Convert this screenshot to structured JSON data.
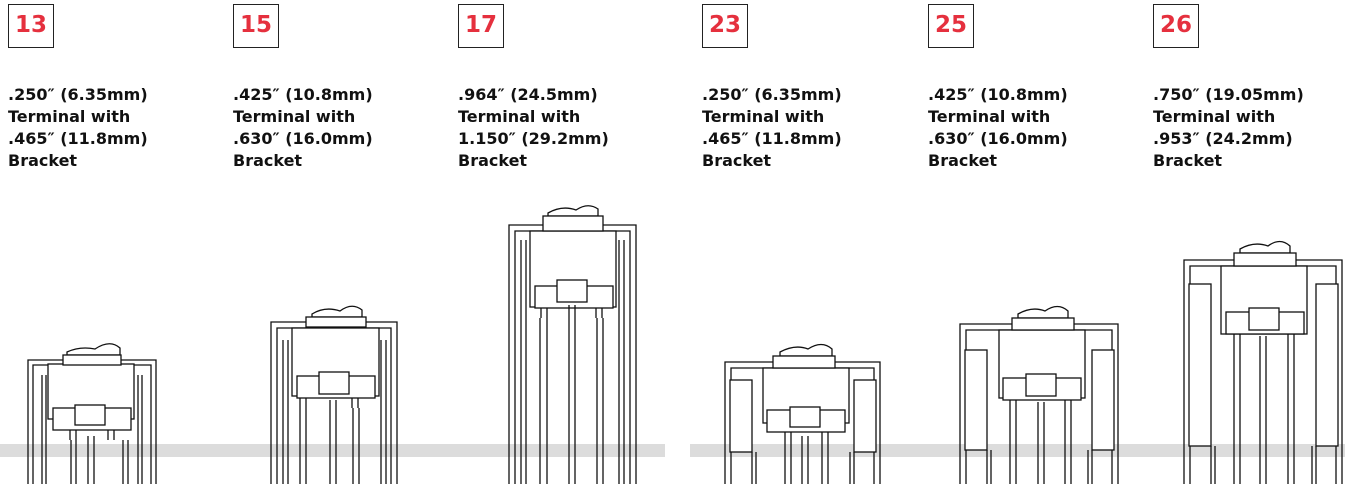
{
  "accent_color": "#e5303e",
  "baseline_color": "#dcdcdc",
  "items": [
    {
      "code": "13",
      "terminal": ".250″ (6.35mm)",
      "with": "Terminal with",
      "bracket_size": ".465″ (11.8mm)",
      "bracket": "Bracket"
    },
    {
      "code": "15",
      "terminal": ".425″ (10.8mm)",
      "with": "Terminal with",
      "bracket_size": ".630″ (16.0mm)",
      "bracket": "Bracket"
    },
    {
      "code": "17",
      "terminal": ".964″ (24.5mm)",
      "with": "Terminal with",
      "bracket_size": "1.150″ (29.2mm)",
      "bracket": "Bracket"
    },
    {
      "code": "23",
      "terminal": ".250″ (6.35mm)",
      "with": "Terminal with",
      "bracket_size": ".465″ (11.8mm)",
      "bracket": "Bracket"
    },
    {
      "code": "25",
      "terminal": ".425″ (10.8mm)",
      "with": "Terminal with",
      "bracket_size": ".630″ (16.0mm)",
      "bracket": "Bracket"
    },
    {
      "code": "26",
      "terminal": ".750″ (19.05mm)",
      "with": "Terminal with",
      "bracket_size": ".953″ (24.2mm)",
      "bracket": "Bracket"
    }
  ]
}
